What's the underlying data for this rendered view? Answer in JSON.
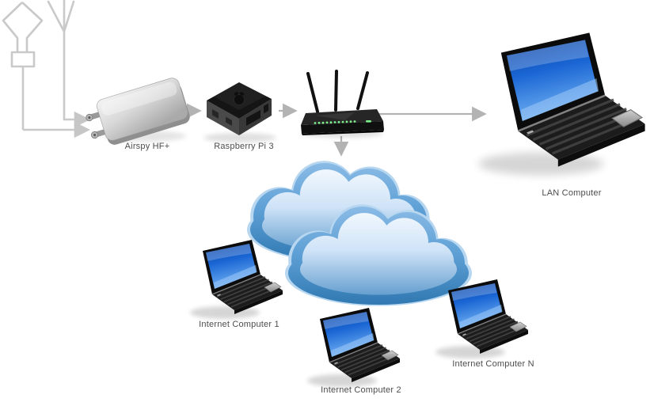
{
  "diagram": {
    "background": "#ffffff",
    "nodes": {
      "loop_antenna": {
        "icon": "loop-antenna-icon"
      },
      "dipole_antenna": {
        "icon": "dipole-antenna-icon"
      },
      "airspy": {
        "label": "Airspy HF+",
        "icon": "sdr-receiver-icon"
      },
      "raspberry_pi": {
        "label": "Raspberry Pi 3",
        "icon": "raspberry-pi-icon"
      },
      "router": {
        "icon": "wifi-router-icon"
      },
      "internet_cloud": {
        "icon": "cloud-icon"
      },
      "lan_computer": {
        "label": "LAN Computer",
        "icon": "laptop-icon"
      },
      "internet_computer_1": {
        "label": "Internet Computer 1",
        "icon": "laptop-icon"
      },
      "internet_computer_2": {
        "label": "Internet Computer 2",
        "icon": "laptop-icon"
      },
      "internet_computer_n": {
        "label": "Internet Computer N",
        "icon": "laptop-icon"
      }
    },
    "connections": [
      {
        "from": "dipole_antenna",
        "to": "airspy",
        "style": "elbow-arrow"
      },
      {
        "from": "loop_antenna",
        "to": "airspy",
        "style": "elbow-arrow"
      },
      {
        "from": "airspy",
        "to": "raspberry_pi",
        "style": "arrow"
      },
      {
        "from": "raspberry_pi",
        "to": "router",
        "style": "arrow"
      },
      {
        "from": "router",
        "to": "lan_computer",
        "style": "arrow"
      },
      {
        "from": "router",
        "to": "internet_cloud",
        "style": "arrow"
      }
    ],
    "colors": {
      "antenna_line": "#c9c9c9",
      "arrow": "#b3b3b3",
      "label_text": "#4d4d4d",
      "cloud_blue": "#4a90c8",
      "cloud_highlight": "#e9f2fc",
      "screen_blue": "#2a7de1",
      "led_green": "#7df08c"
    }
  }
}
